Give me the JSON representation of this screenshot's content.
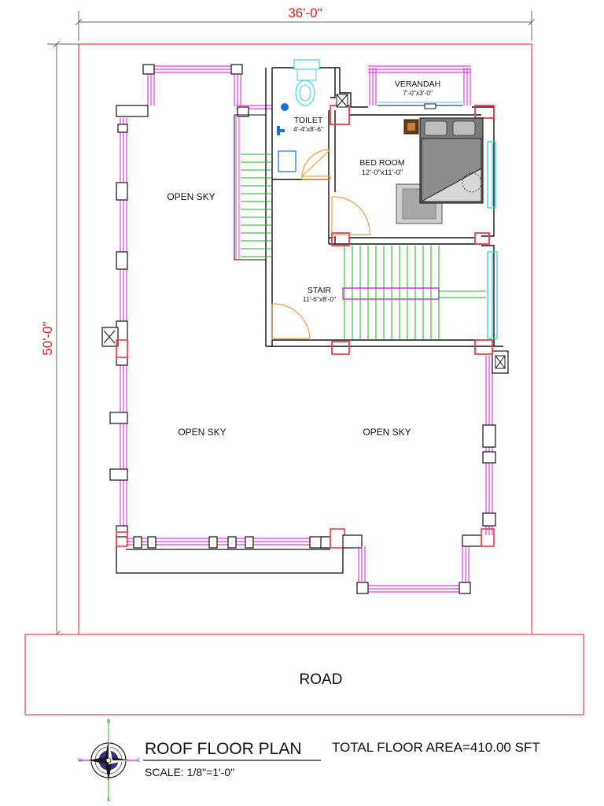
{
  "plan": {
    "width_dim": "36'-0\"",
    "depth_dim": "50'-0\"",
    "rooms": {
      "verandah_name": "VERANDAH",
      "verandah_size": "7'-0\"x3'-0\"",
      "toilet_name": "TOILET",
      "toilet_size": "4'-4\"x8'-6\"",
      "bed_name": "BED ROOM",
      "bed_size": "12'-0\"x11'-0\"",
      "stair_name": "STAIR",
      "stair_size": "11'-6\"x8'-0\""
    },
    "open_sky_1": "OPEN SKY",
    "open_sky_2": "OPEN SKY",
    "open_sky_3": "OPEN SKY",
    "road": "ROAD"
  },
  "legend": {
    "title": "ROOF FLOOR PLAN",
    "scale": "SCALE: 1/8\"=1'-0\"",
    "area": "TOTAL FLOOR AREA=410.00 SFT",
    "compass_n": "N",
    "compass_s": "S",
    "compass_e": "E",
    "compass_w": "W"
  },
  "colors": {
    "boundary": "#e8404a",
    "dimension": "#d42020",
    "railing": "#e040e0",
    "stair": "#22b022",
    "door": "#e8a040",
    "window": "#40d0e0",
    "wall": "#111111"
  }
}
